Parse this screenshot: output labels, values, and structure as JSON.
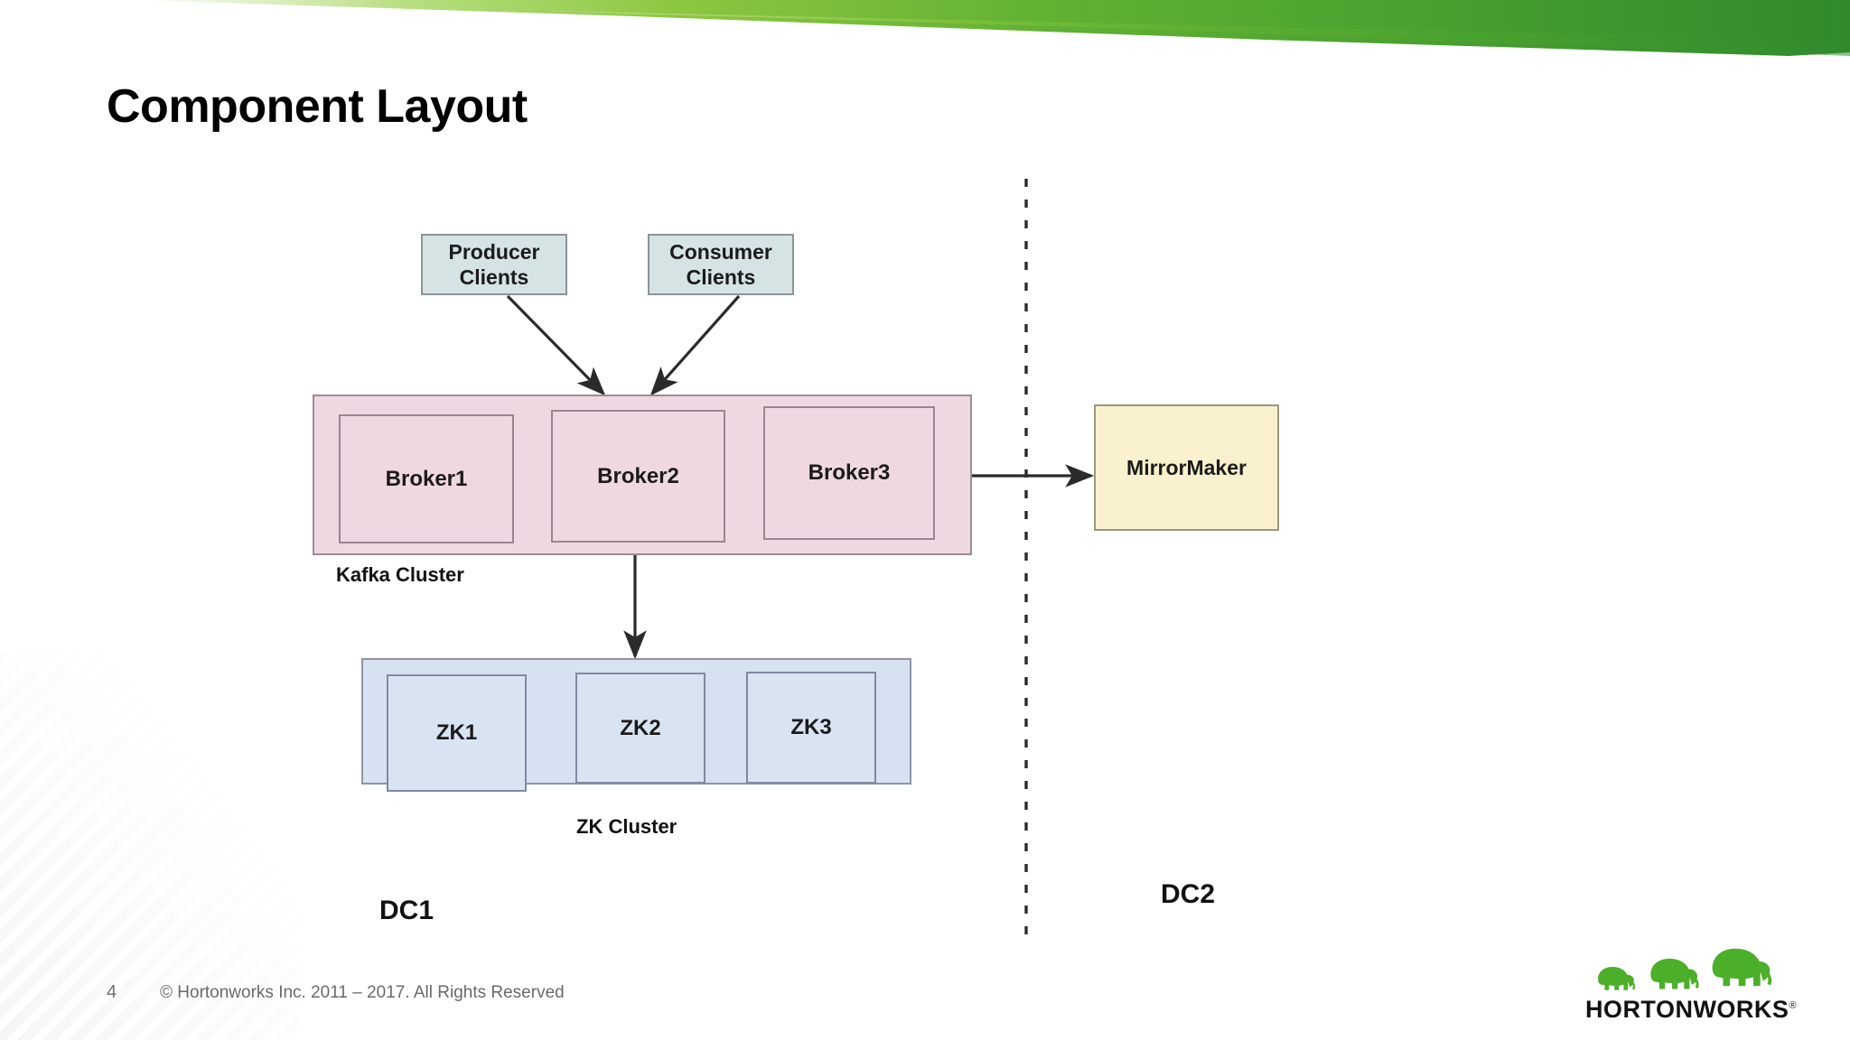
{
  "slide": {
    "title": "Component Layout",
    "page_number": "4",
    "copyright": "© Hortonworks Inc. 2011 – 2017. All Rights Reserved",
    "accent_green_light": "#9ACD4E",
    "accent_green_dark": "#3D9A33",
    "background": "#FFFFFF"
  },
  "logo": {
    "wordmark": "HORTONWORKS",
    "trademark": "®",
    "elephant_color": "#4CAF2A"
  },
  "diagram": {
    "clients": [
      {
        "label": "Producer\nClients",
        "line1": "Producer",
        "line2": "Clients",
        "fill": "#D5E3E4",
        "stroke": "#8C9596"
      },
      {
        "label": "Consumer\nClients",
        "line1": "Consumer",
        "line2": "Clients",
        "fill": "#D5E3E4",
        "stroke": "#8C9596"
      }
    ],
    "kafka_cluster": {
      "caption": "Kafka Cluster",
      "fill": "#F0D8E2",
      "stroke": "#9B8D96",
      "brokers": [
        {
          "label": "Broker1"
        },
        {
          "label": "Broker2"
        },
        {
          "label": "Broker3"
        }
      ]
    },
    "zk_cluster": {
      "caption": "ZK Cluster",
      "fill": "#D6E2F2",
      "stroke": "#8D96A3",
      "nodes": [
        {
          "label": "ZK1"
        },
        {
          "label": "ZK2"
        },
        {
          "label": "ZK3"
        }
      ]
    },
    "mirror_maker": {
      "label": "MirrorMaker",
      "fill": "#FAF2CE",
      "stroke": "#9A977F"
    },
    "datacenters": [
      {
        "label": "DC1"
      },
      {
        "label": "DC2"
      }
    ],
    "divider": {
      "style": "dashed",
      "color": "#2B2B2B"
    },
    "edges": [
      {
        "from": "Producer Clients",
        "to": "Kafka Cluster",
        "arrow": "end"
      },
      {
        "from": "Consumer Clients",
        "to": "Kafka Cluster",
        "arrow": "end"
      },
      {
        "from": "Kafka Cluster",
        "to": "ZK Cluster",
        "arrow": "end"
      },
      {
        "from": "Kafka Cluster",
        "to": "MirrorMaker",
        "arrow": "end"
      }
    ]
  }
}
